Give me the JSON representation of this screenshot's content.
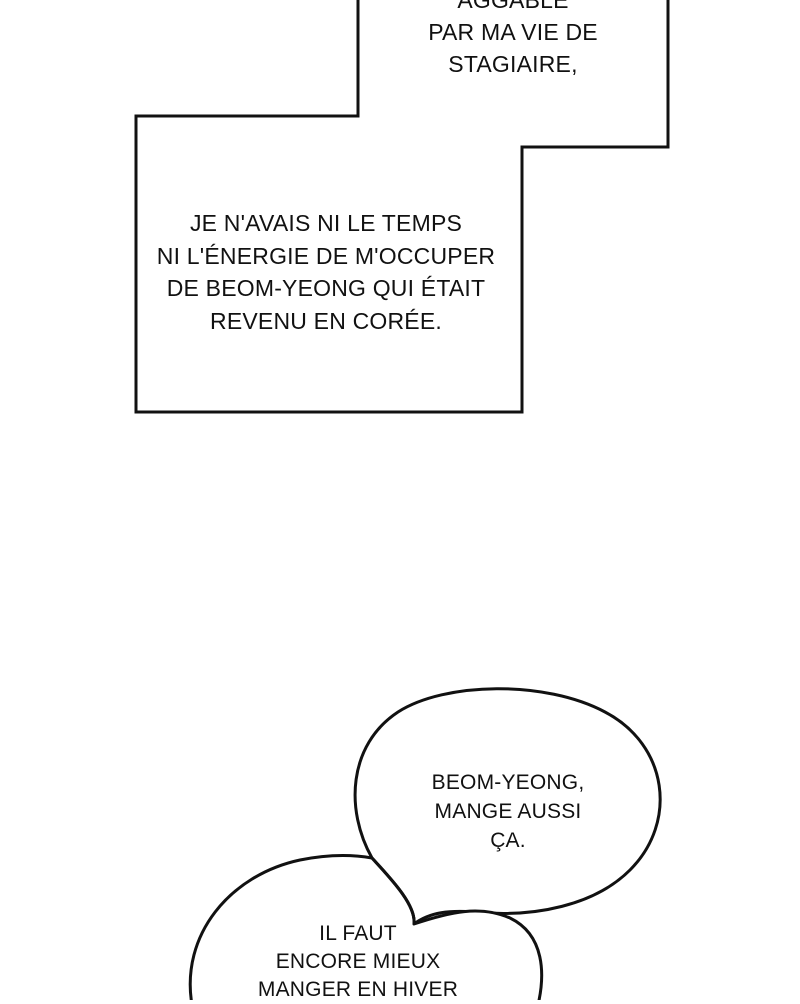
{
  "narration_box_top": {
    "lines": [
      "AGGABLÉ",
      "PAR MA VIE DE",
      "STAGIAIRE,"
    ]
  },
  "narration_box_main": {
    "lines": [
      "JE N'AVAIS NI LE TEMPS",
      "NI L'ÉNERGIE DE M'OCCUPER",
      "DE BEOM-YEONG QUI ÉTAIT",
      "REVENU EN CORÉE."
    ]
  },
  "speech_bubble_1": {
    "lines": [
      "BEOM-YEONG,",
      "MANGE AUSSI",
      "ÇA."
    ]
  },
  "speech_bubble_2": {
    "lines": [
      "IL FAUT",
      "ENCORE MIEUX",
      "MANGER EN HIVER"
    ]
  },
  "colors": {
    "background": "#ffffff",
    "ink": "#111111"
  }
}
